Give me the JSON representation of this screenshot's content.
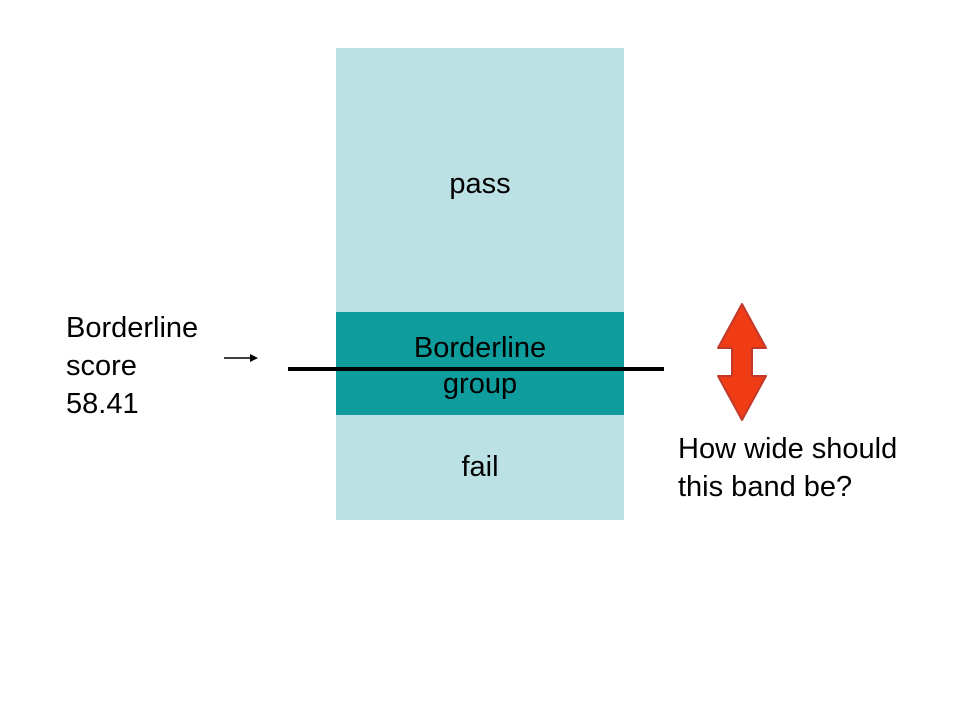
{
  "bands": {
    "pass_label": "pass",
    "borderline_label_line1": "Borderline",
    "borderline_label_line2": "group",
    "fail_label": "fail"
  },
  "borderline_score": {
    "line1": "Borderline",
    "line2": "score",
    "value": "58.41"
  },
  "question": {
    "line1": "How wide should",
    "line2": "this band be?"
  },
  "colors": {
    "pass_fail_band": "#bce1e4",
    "borderline_band": "#0f9c9c",
    "double_arrow_fill": "#f03c14",
    "double_arrow_stroke": "#c0392b"
  },
  "icons": {
    "small_arrow": "arrow-right-icon",
    "band_width_arrow": "double-arrow-vertical-icon"
  }
}
